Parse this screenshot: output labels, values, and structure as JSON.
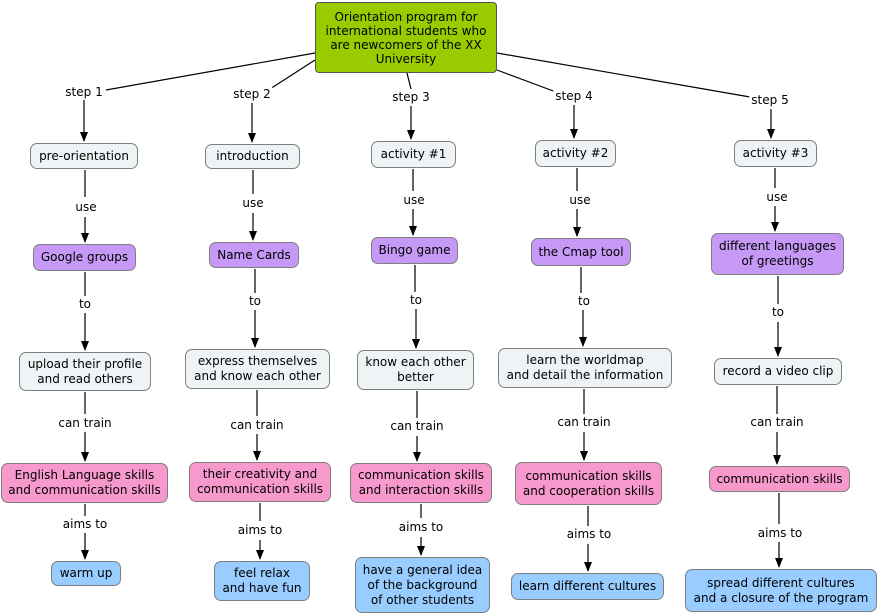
{
  "root": "Orientation program for international students who are newcomers of the XX University",
  "columns": [
    {
      "step_link": "step 1",
      "activity": "pre-orientation",
      "tool": "Google groups",
      "goal": "upload their profile\nand read others",
      "skill": "English Language skills\nand communication skills",
      "aim": "warm up"
    },
    {
      "step_link": "step 2",
      "activity": "introduction",
      "tool": "Name Cards",
      "goal": "express themselves\nand know each other",
      "skill": "their creativity and\ncommunication skills",
      "aim": "feel relax\nand have fun"
    },
    {
      "step_link": "step 3",
      "activity": "activity #1",
      "tool": "Bingo game",
      "goal": "know each other\nbetter",
      "skill": "communication skills\nand interaction skills",
      "aim": "have a general idea\nof the background\nof other students"
    },
    {
      "step_link": "step 4",
      "activity": "activity #2",
      "tool": "the Cmap tool",
      "goal": "learn the worldmap\nand detail the information",
      "skill": "communication skills\nand cooperation skills",
      "aim": "learn different cultures"
    },
    {
      "step_link": "step 5",
      "activity": "activity #3",
      "tool": "different languages\nof greetings",
      "goal": "record a video clip",
      "skill": "communication skills",
      "aim": "spread different cultures\nand a closure of the program"
    }
  ],
  "link_labels": {
    "use": "use",
    "to": "to",
    "can_train": "can train",
    "aims_to": "aims to"
  },
  "colors": {
    "root": "#99cc00",
    "activity": "#eef3f5",
    "tool": "#c599f5",
    "goal": "#eef3f5",
    "skill": "#f799cc",
    "aim": "#99ccff"
  }
}
